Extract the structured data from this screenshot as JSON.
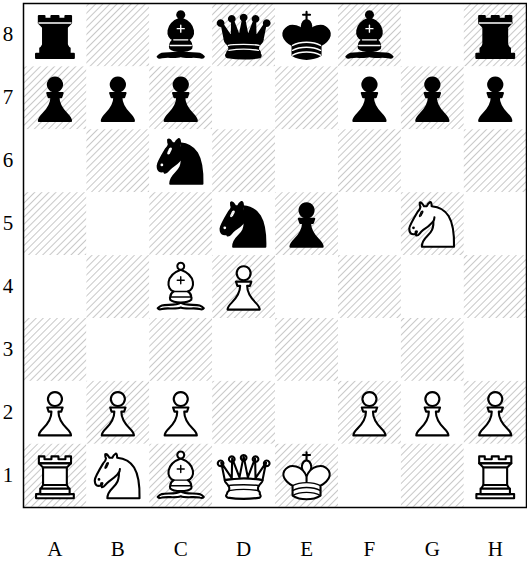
{
  "diagram": {
    "labels": [
      "8",
      "7",
      "6",
      "5",
      "4",
      "3",
      "2",
      "1",
      "A",
      "B",
      "C",
      "D",
      "E",
      "F",
      "G",
      "H"
    ]
  }
}
